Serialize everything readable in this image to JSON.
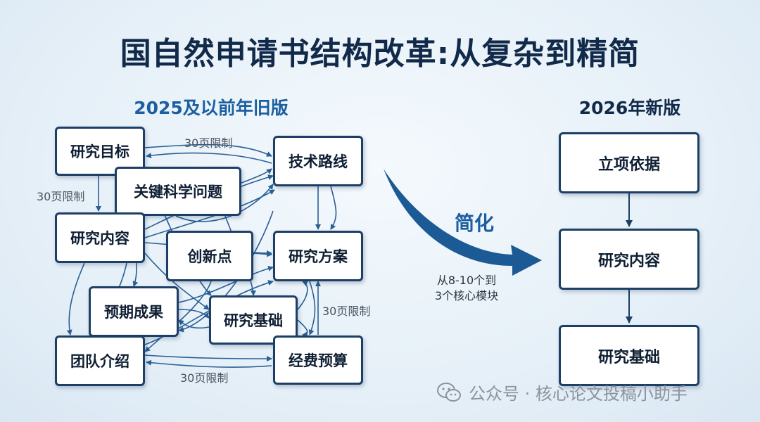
{
  "title": "国自然申请书结构改革:从复杂到精简",
  "old_version": {
    "heading": "2025及以前年旧版",
    "nodes": {
      "goal": "研究目标",
      "key_problem": "关键科学问题",
      "content": "研究内容",
      "innovation": "创新点",
      "tech_route": "技术路线",
      "plan": "研究方案",
      "outcomes": "预期成果",
      "foundation": "研究基础",
      "team": "团队介绍",
      "budget": "经费预算"
    },
    "limit_labels": [
      "30页限制",
      "30页限制",
      "30页限制",
      "30页限制"
    ]
  },
  "simplify": {
    "label": "简化",
    "note_line1": "从8-10个到",
    "note_line2": "3个核心模块"
  },
  "new_version": {
    "heading": "2026年新版",
    "nodes": [
      "立项依据",
      "研究内容",
      "研究基础"
    ]
  },
  "footer": {
    "text": "公众号 · 核心论文投稿小助手",
    "icon": "wechat-icon"
  },
  "colors": {
    "navy": "#1d3f66",
    "title": "#122a4a",
    "accent_blue": "#1b5fa0",
    "arrow_blue": "#2a5f94"
  }
}
